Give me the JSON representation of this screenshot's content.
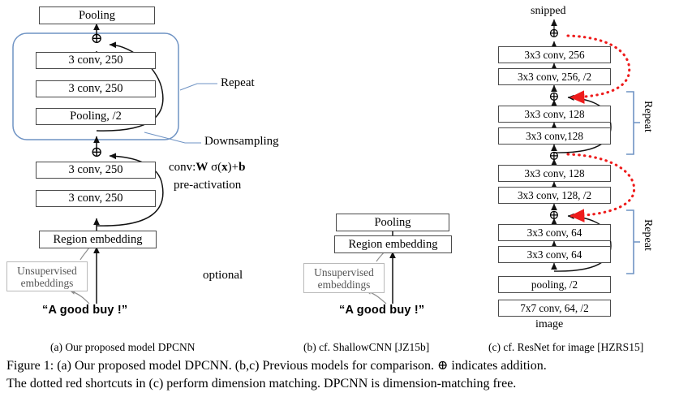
{
  "figure": {
    "caption_line1": "Figure 1:  (a) Our proposed model DPCNN. (b,c) Previous models for comparison.   ⊕ indicates addition.",
    "caption_line2": "The dotted red shortcuts in (c) perform dimension matching. DPCNN is dimension-matching free.",
    "addition_symbol": "⊕"
  },
  "colors": {
    "blue_accent": "#6f93c4",
    "red_shortcut": "#ee1c1c",
    "box_border": "#4a4a4a",
    "grey_box_border": "#b9b9b9",
    "grey_box_text": "#575757",
    "arrow": "#111111"
  },
  "panels": [
    {
      "id": "a",
      "subcaption": "(a)  Our proposed model DPCNN",
      "blocks": [
        {
          "name": "pooling-top",
          "label": "Pooling"
        },
        {
          "name": "adder-top",
          "label": "⊕"
        },
        {
          "name": "conv-3-250-upper",
          "label": "3 conv, 250"
        },
        {
          "name": "conv-3-250-upper2",
          "label": "3 conv, 250"
        },
        {
          "name": "pooling-half",
          "label": "Pooling, /2"
        },
        {
          "name": "adder-lower",
          "label": "⊕"
        },
        {
          "name": "conv-3-250-lower",
          "label": "3 conv, 250"
        },
        {
          "name": "conv-3-250-lower2",
          "label": "3 conv, 250"
        },
        {
          "name": "region-embedding",
          "label": "Region embedding"
        }
      ],
      "unsupervised_embeddings": {
        "line1": "Unsupervised",
        "line2": "embeddings"
      },
      "input_text": "“A good buy !”",
      "annotations": [
        {
          "name": "repeat-label",
          "text": "Repeat"
        },
        {
          "name": "downsampling-label",
          "text": "Downsampling"
        },
        {
          "name": "conv-formula-line1",
          "text": "conv:W σ(x)+b"
        },
        {
          "name": "conv-formula-line2",
          "text": "pre-activation"
        },
        {
          "name": "optional-label",
          "text": "optional"
        }
      ]
    },
    {
      "id": "b",
      "subcaption": "(b)  cf. ShallowCNN [JZ15b]",
      "blocks": [
        {
          "name": "pooling",
          "label": "Pooling"
        },
        {
          "name": "region-embedding",
          "label": "Region embedding"
        }
      ],
      "unsupervised_embeddings": {
        "line1": "Unsupervised",
        "line2": "embeddings"
      },
      "input_text": "“A good buy !”"
    },
    {
      "id": "c",
      "subcaption": "(c)  cf. ResNet for image [HZRS15]",
      "top_label": "snipped",
      "bottom_label": "image",
      "blocks": [
        {
          "name": "adder-4",
          "label": "⊕"
        },
        {
          "name": "conv-256",
          "label": "3x3 conv, 256"
        },
        {
          "name": "conv-256-half",
          "label": "3x3 conv, 256, /2"
        },
        {
          "name": "adder-3",
          "label": "⊕"
        },
        {
          "name": "conv-128-a",
          "label": "3x3 conv, 128"
        },
        {
          "name": "conv-128-b",
          "label": "3x3 conv,128"
        },
        {
          "name": "adder-2",
          "label": "⊕"
        },
        {
          "name": "conv-128-c",
          "label": "3x3 conv, 128"
        },
        {
          "name": "conv-128-half",
          "label": "3x3 conv, 128, /2"
        },
        {
          "name": "adder-1",
          "label": "⊕"
        },
        {
          "name": "conv-64-a",
          "label": "3x3 conv, 64"
        },
        {
          "name": "conv-64-b",
          "label": "3x3 conv, 64"
        },
        {
          "name": "pooling-half",
          "label": "pooling, /2"
        },
        {
          "name": "conv-7x7-64",
          "label": "7x7 conv, 64, /2"
        }
      ],
      "annotations": [
        {
          "name": "repeat-label-upper",
          "text": "Repeat"
        },
        {
          "name": "repeat-label-lower",
          "text": "Repeat"
        }
      ]
    }
  ]
}
